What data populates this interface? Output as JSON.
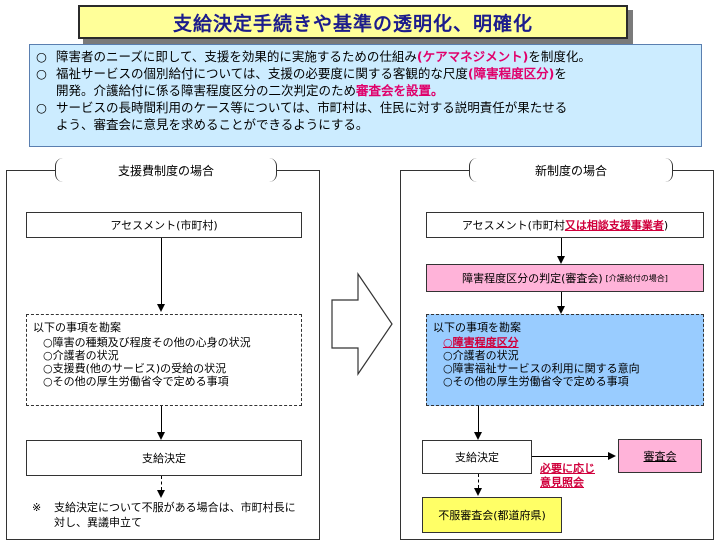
{
  "title": "支給決定手続きや基準の透明化、明確化",
  "summary": {
    "line1_a": "障害者のニーズに即して、支援を効果的に実施するための仕組み",
    "line1_red": "(ケアマネジメント)",
    "line1_b": "を制度化。",
    "line2_a": "福祉サービスの個別給付については、支援の必要度に関する客観的な尺度",
    "line2_red": "(障害程度区分)",
    "line2_b": "を",
    "line3_a": "開発。介護給付に係る障害程度区分の二次判定のため",
    "line3_red": "審査会を設置。",
    "line4": "サービスの長時間利用のケース等については、市町村は、住民に対する説明責任が果たせる",
    "line5": "よう、審査会に意見を求めることができるようにする。",
    "bullet": "○"
  },
  "left": {
    "header": "支援費制度の場合",
    "assessment": "アセスメント(市町村)",
    "consider_title": "以下の事項を勘案",
    "consider_items": [
      "○障害の種類及び程度その他の心身の状況",
      "○介護者の状況",
      "○支援費(他のサービス)の受給の状況",
      "○その他の厚生労働省令で定める事項"
    ],
    "decision": "支給決定",
    "note_mark": "※",
    "note_line1": "支給決定について不服がある場合は、市町村長に",
    "note_line2": "対し、異議申立て"
  },
  "right": {
    "header": "新制度の場合",
    "assessment_a": "アセスメント(市町村",
    "assessment_red": "又は相談支援事業者",
    "assessment_b": ")",
    "judgement": "障害程度区分の判定(審査会)",
    "judgement_small": "[介護給付の場合]",
    "consider_title": "以下の事項を勘案",
    "consider_first": "○障害程度区分",
    "consider_items": [
      "○介護者の状況",
      "○障害福祉サービスの利用に関する意向",
      "○その他の厚生労働省令で定める事項"
    ],
    "decision": "支給決定",
    "review_board": "審査会",
    "opinion_line1": "必要に応じ",
    "opinion_line2": "意見照会",
    "appeal": "不服審査会(都道府県)"
  },
  "colors": {
    "title_bg": "#ffff99",
    "summary_bg": "#ccecff",
    "accent_red": "#e0006b",
    "pink_box": "#ffb3d9",
    "blue_box": "#99ccff",
    "yellow_box": "#ffff66"
  }
}
